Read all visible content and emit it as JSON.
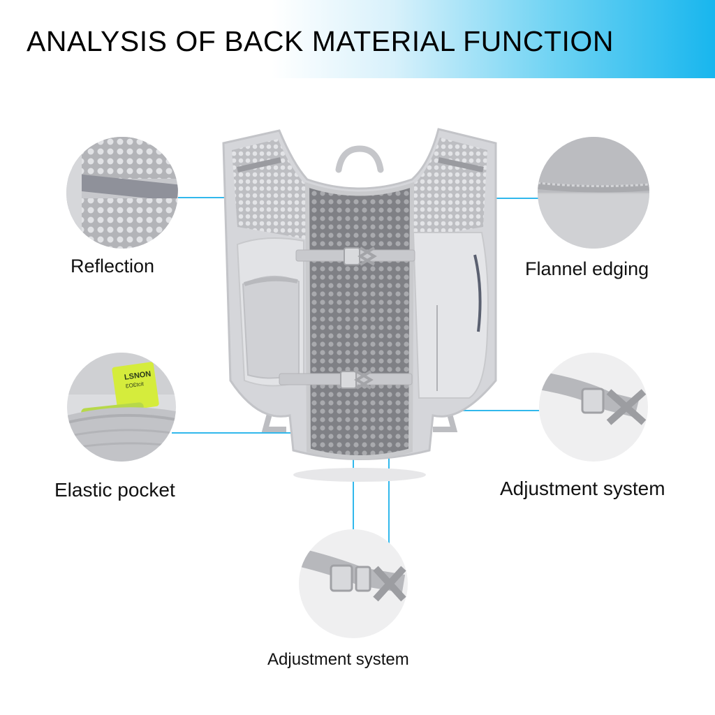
{
  "header": {
    "title": "ANALYSIS OF BACK MATERIAL FUNCTION"
  },
  "callouts": {
    "reflection": "Reflection",
    "flannel_edging": "Flannel edging",
    "elastic_pocket": "Elastic pocket",
    "adjustment_right": "Adjustment system",
    "adjustment_bottom": "Adjustment system"
  },
  "product_text": {
    "pack_label_line1": "LSNON",
    "pack_label_line2": "ƐOƐtcit"
  },
  "colors": {
    "leader_line": "#31b8ec",
    "header_gradient_end": "#18b6ee",
    "vest_fabric": "#d4d5d9",
    "vest_mesh": "#8d8e92"
  },
  "icons": [
    "buckle-icon",
    "mesh-pattern"
  ]
}
